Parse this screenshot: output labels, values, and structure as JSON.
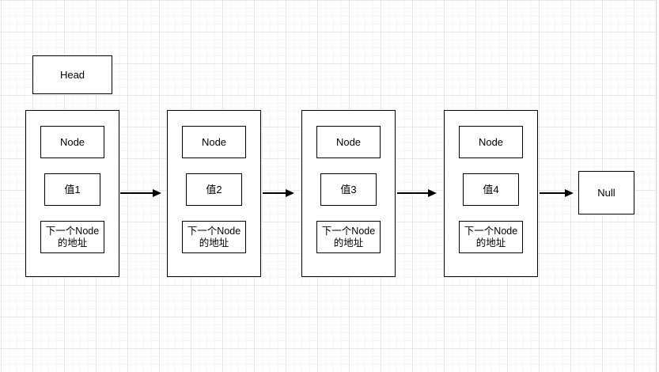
{
  "diagram": {
    "head": {
      "label": "Head"
    },
    "terminator": {
      "label": "Null"
    },
    "nodes": [
      {
        "title": "Node",
        "value": "值1",
        "next_line1": "下一个Node",
        "next_line2": "的地址"
      },
      {
        "title": "Node",
        "value": "值2",
        "next_line1": "下一个Node",
        "next_line2": "的地址"
      },
      {
        "title": "Node",
        "value": "值3",
        "next_line1": "下一个Node",
        "next_line2": "的地址"
      },
      {
        "title": "Node",
        "value": "值4",
        "next_line1": "下一个Node",
        "next_line2": "的地址"
      }
    ],
    "colors": {
      "stroke": "#000000",
      "shape_fill": "#ffffff",
      "grid_minor": "#f6f6f6",
      "grid_major": "#e8e8e8",
      "background": "#ffffff"
    }
  }
}
